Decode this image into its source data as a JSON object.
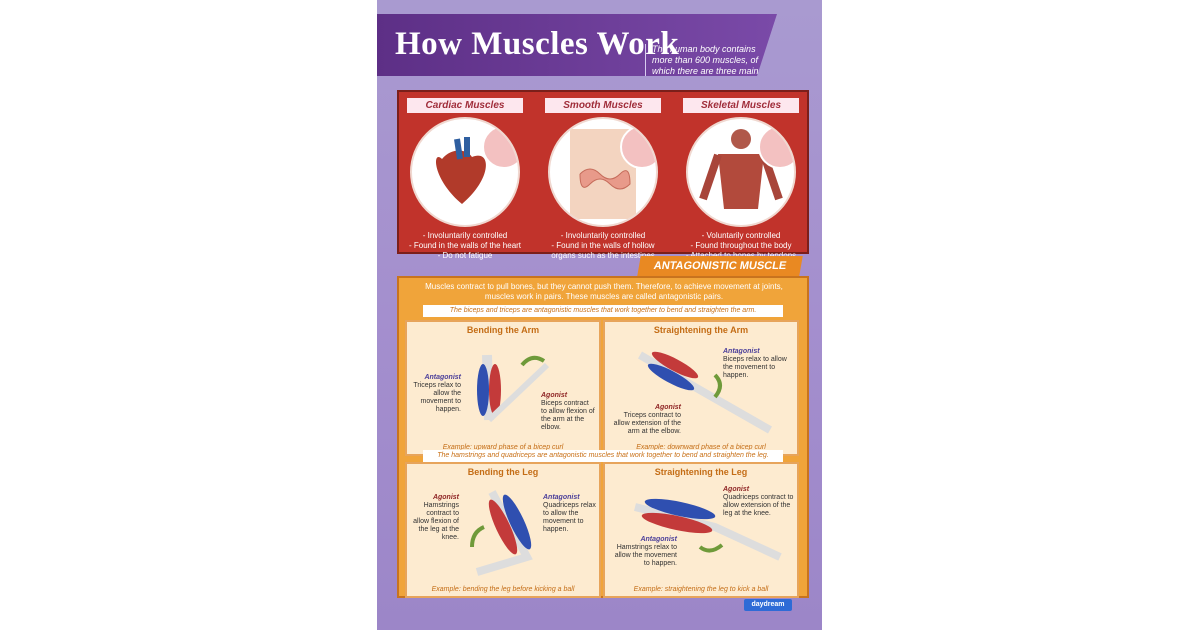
{
  "poster": {
    "title": "How Muscles Work",
    "intro": "The human body contains more than 600 muscles, of which there are three main types:"
  },
  "muscle_types": [
    {
      "label": "Cardiac Muscles",
      "facts": [
        "- Involuntarily controlled",
        "- Found in the walls of the heart",
        "- Do not fatigue"
      ]
    },
    {
      "label": "Smooth Muscles",
      "facts": [
        "- Involuntarily controlled",
        "- Found in the walls of hollow",
        "organs such as the intestines"
      ]
    },
    {
      "label": "Skeletal Muscles",
      "facts": [
        "- Voluntarily controlled",
        "- Found throughout the body",
        "- Attached to bones by tendons"
      ]
    }
  ],
  "antagonistic": {
    "header": "ANTAGONISTIC MUSCLE PAIRS",
    "intro": "Muscles contract to pull bones, but they cannot push them. Therefore, to achieve movement at joints, muscles work in pairs. These muscles are called antagonistic pairs.",
    "arm_caption": "The biceps and triceps are antagonistic muscles that work together to bend and straighten the arm.",
    "leg_caption": "The hamstrings and quadriceps are antagonistic muscles that work together to bend and straighten the leg.",
    "panels": [
      {
        "title": "Bending the Arm",
        "notes": [
          {
            "role": "Antagonist",
            "text": "Triceps relax to allow the movement to happen."
          },
          {
            "role": "Agonist",
            "text": "Biceps contract to allow flexion of the arm at the elbow."
          }
        ],
        "example": "Example: upward phase of a bicep curl"
      },
      {
        "title": "Straightening the Arm",
        "notes": [
          {
            "role": "Antagonist",
            "text": "Biceps relax to allow the movement to happen."
          },
          {
            "role": "Agonist",
            "text": "Triceps contract to allow extension of the arm at the elbow."
          }
        ],
        "example": "Example: downward phase of a bicep curl"
      },
      {
        "title": "Bending the Leg",
        "notes": [
          {
            "role": "Agonist",
            "text": "Hamstrings contract to allow flexion of the leg at the knee."
          },
          {
            "role": "Antagonist",
            "text": "Quadriceps relax to allow the movement to happen."
          }
        ],
        "example": "Example: bending the leg before kicking a ball"
      },
      {
        "title": "Straightening the Leg",
        "notes": [
          {
            "role": "Agonist",
            "text": "Quadriceps contract to allow extension of the leg at the knee."
          },
          {
            "role": "Antagonist",
            "text": "Hamstrings relax to allow the movement to happen."
          }
        ],
        "example": "Example: straightening the leg to kick a ball"
      }
    ]
  },
  "publisher": "daydream",
  "colors": {
    "title_banner": "#5d2f86",
    "muscle_box": "#c1332b",
    "antag_box": "#f0a43a",
    "accent": "#c46d16"
  }
}
